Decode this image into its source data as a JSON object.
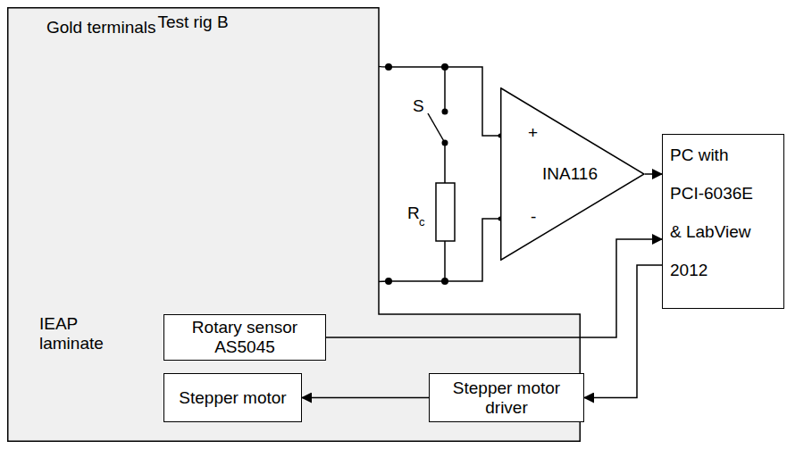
{
  "diagram": {
    "nodes": [
      {
        "text": [
          "Test rig B"
        ]
      },
      {
        "text": [
          "INA116"
        ]
      },
      {
        "text": [
          "PC with PCI-6036E & LabView 2012"
        ]
      },
      {
        "text": [
          "Rotary sensor AS5045"
        ],
        "in": 0
      },
      {
        "text": [
          "Stepper motor"
        ],
        "in": 0
      },
      {
        "text": [
          "Stepper motor driver"
        ],
        "in": 0
      }
    ],
    "edges": [
      {
        "from": 1,
        "to": 2,
        "arrow": "to"
      },
      {
        "from": 3,
        "to": 2,
        "arrow": "to"
      },
      {
        "from": 2,
        "to": 5,
        "arrow": "to"
      },
      {
        "from": 5,
        "to": 4,
        "arrow": "to"
      }
    ],
    "labels": [
      "Gold terminals",
      "S",
      "R",
      "c",
      "+",
      "-",
      "IEAP laminate"
    ]
  }
}
